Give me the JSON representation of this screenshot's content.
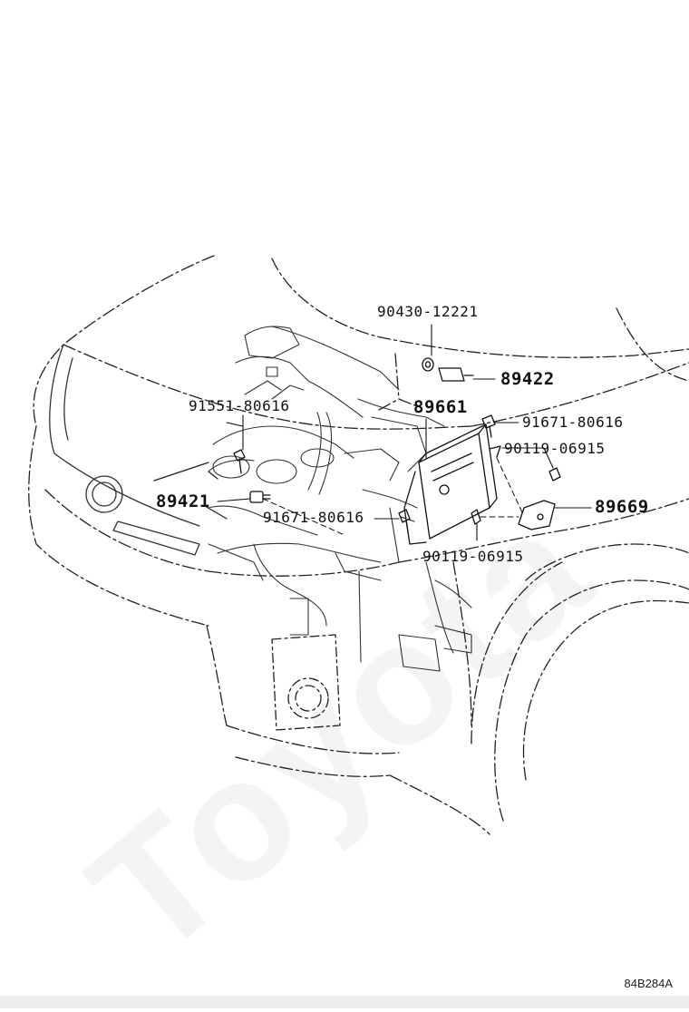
{
  "diagram": {
    "callouts": {
      "p90430": "90430-12221",
      "p89422": "89422",
      "p91551": "91551-80616",
      "p89661": "89661",
      "p91671a": "91671-80616",
      "p90119a": "90119-06915",
      "p89421": "89421",
      "p91671b": "91671-80616",
      "p89669": "89669",
      "p90119b": "90119-06915"
    },
    "diagram_code": "84B284A",
    "watermark_text": "Toyota"
  }
}
